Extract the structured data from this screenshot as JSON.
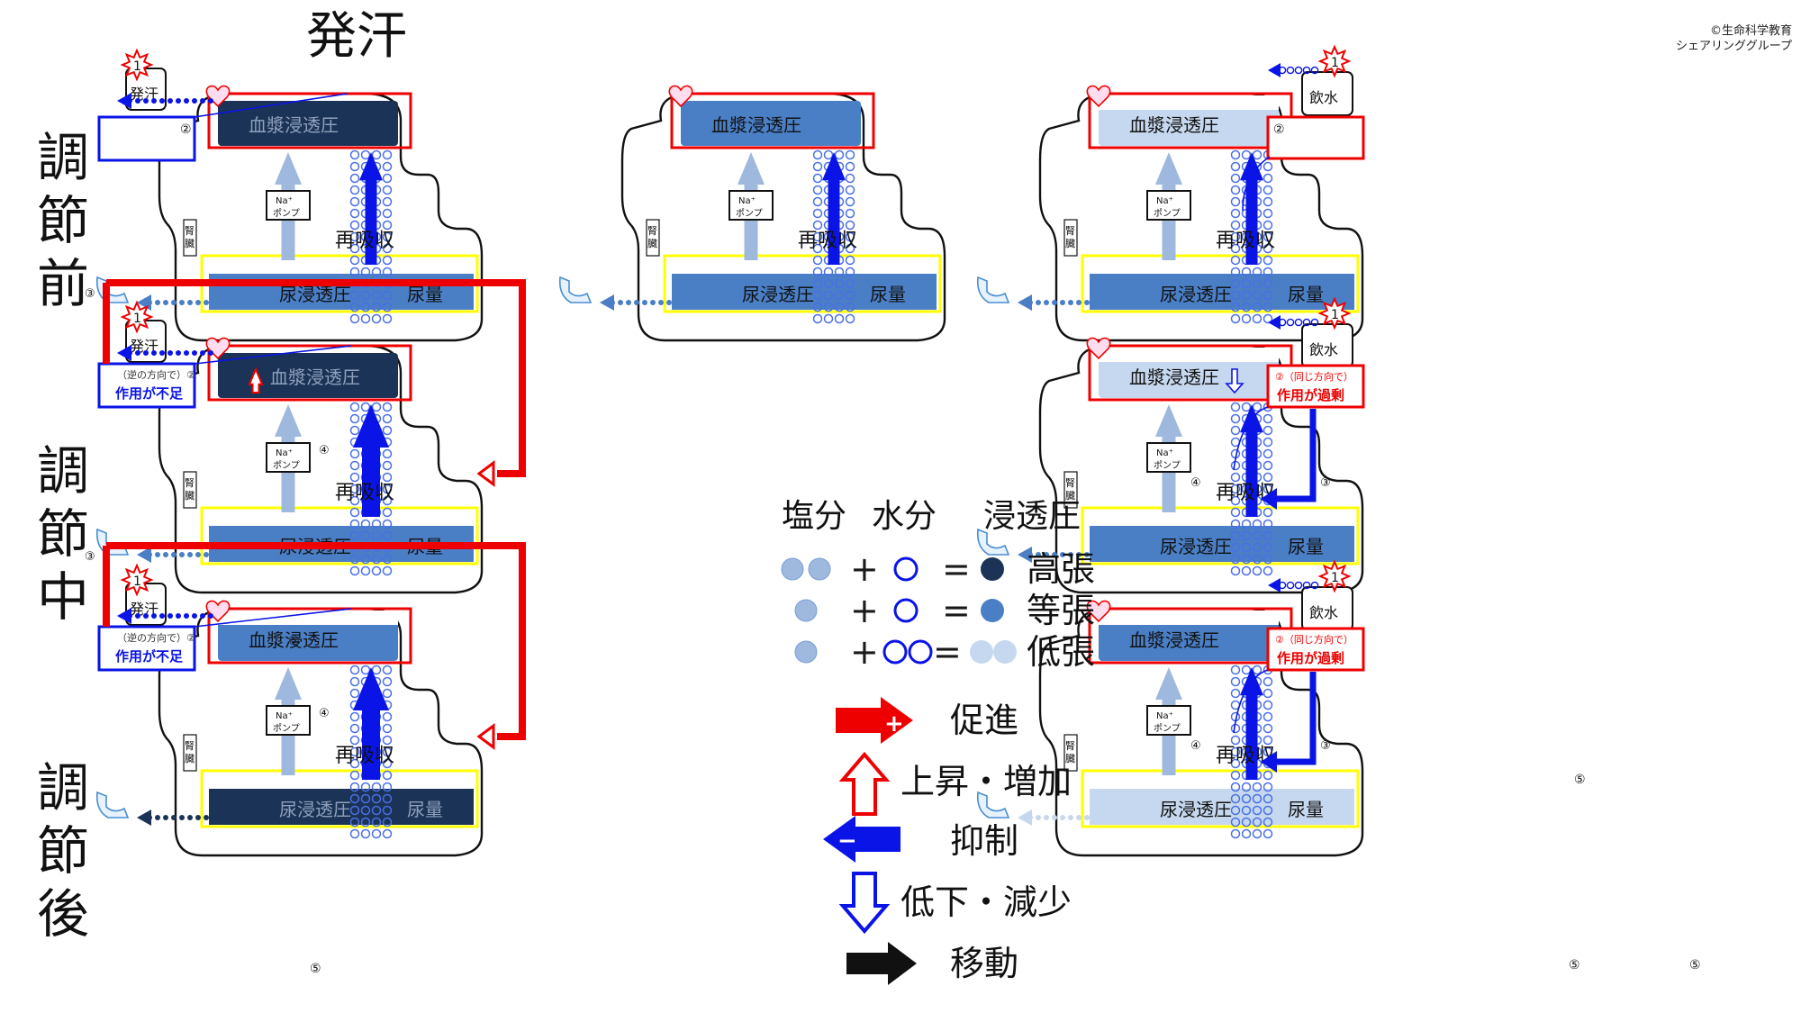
{
  "title": "発汗",
  "credit": [
    "©生命科学教育",
    "シェアリンググループ"
  ],
  "rows": [
    "調節前",
    "調節中",
    "調節後"
  ],
  "labels": {
    "plasma": "血漿浸透圧",
    "urine": "尿浸透圧",
    "volume": "尿量",
    "reabsorption": "再吸収",
    "kidney": "腎臓",
    "sweat": "発汗",
    "drink": "飲水",
    "pump_top": "Na⁺",
    "pump_bottom": "ポンプ",
    "reverse_dir": "（逆の方向で）",
    "insufficient": "作用が不足",
    "same_dir": "（同じ方向で）",
    "excess": "作用が過剰",
    "n1": "1",
    "n2": "②",
    "n3": "③",
    "n4": "④",
    "n5": "⑤"
  },
  "legend": {
    "headers": [
      "塩分",
      "水分",
      "浸透圧"
    ],
    "plus": "+",
    "equals": "=",
    "tonicity": [
      "高張",
      "等張",
      "低張"
    ],
    "arrows": [
      "促進",
      "上昇・増加",
      "抑制",
      "低下・減少",
      "移動"
    ]
  },
  "colors": {
    "dark": "#1b3356",
    "mid": "#4a7fc6",
    "light": "#c6d8ef",
    "red": "#ee0000",
    "blue": "#0a14e6",
    "yellow": "#ffff00",
    "pump_arrow": "#9fb8de"
  }
}
